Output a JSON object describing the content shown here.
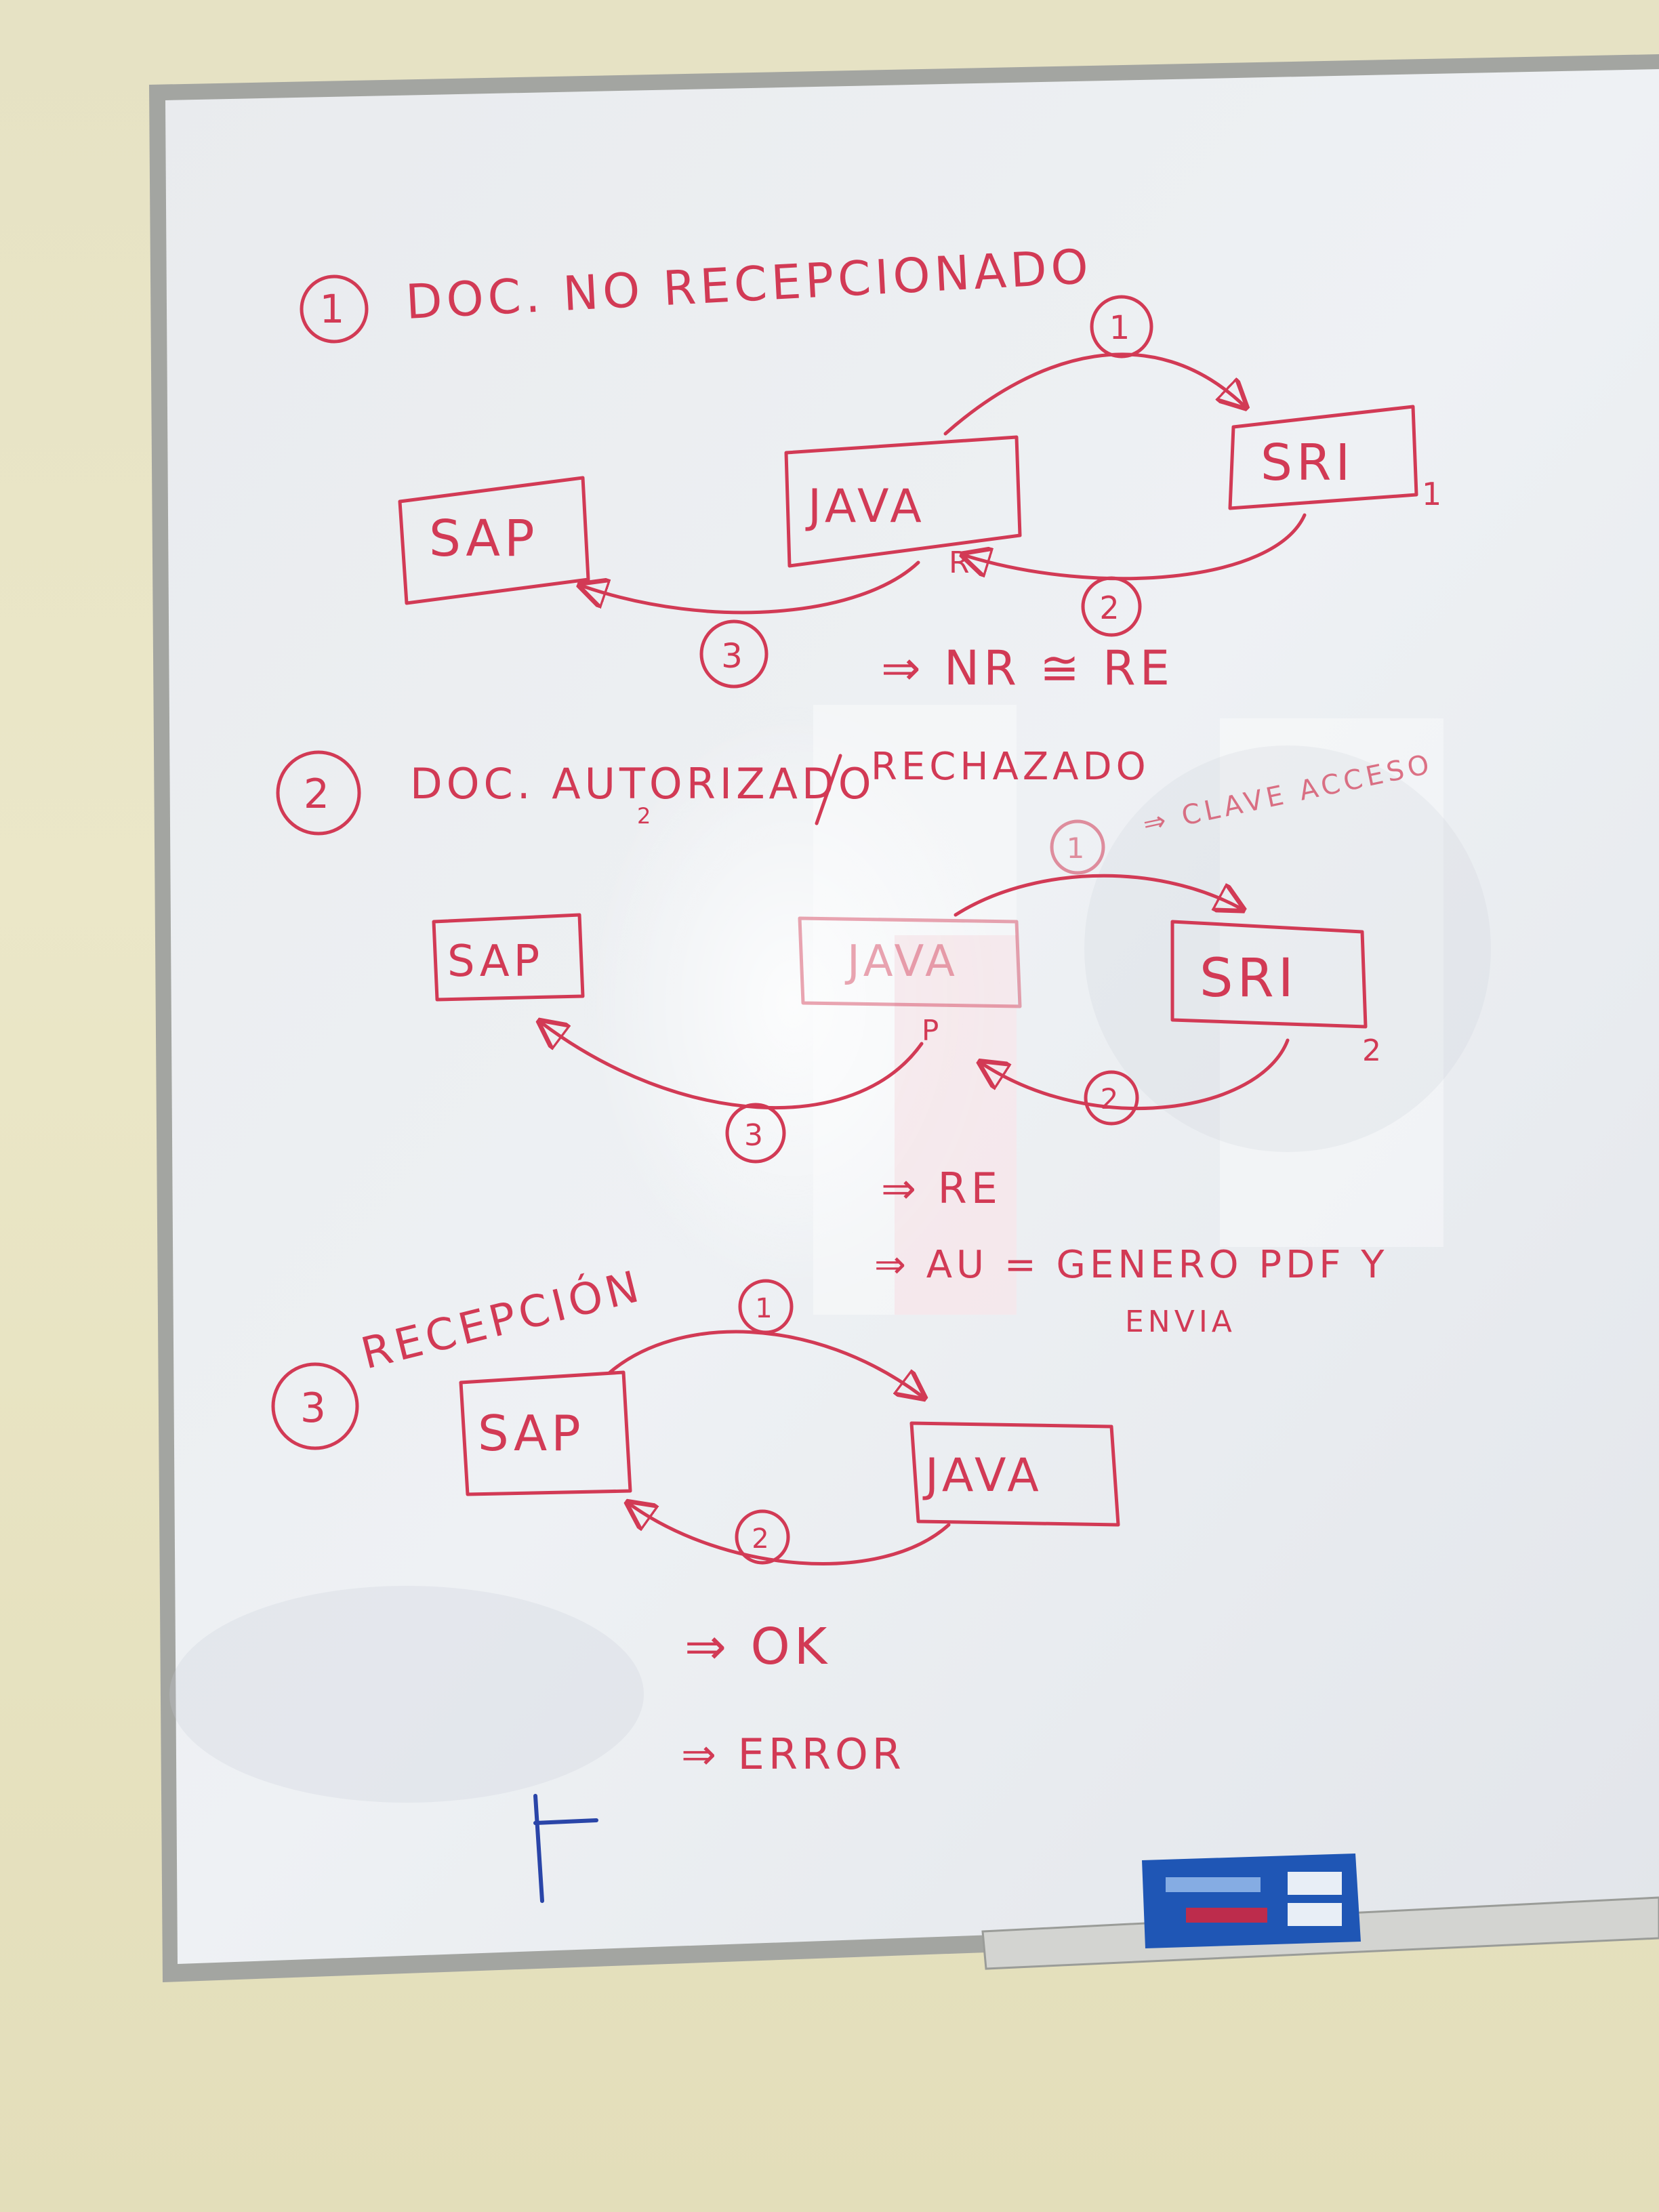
{
  "section1": {
    "number": "1",
    "title": "DOC. NO RECEPCIONADO",
    "nodes": {
      "sap": "SAP",
      "java": "JAVA",
      "sri": "SRI"
    },
    "sri_subscript": "1",
    "java_mark": "R",
    "steps": [
      "1",
      "2",
      "3"
    ],
    "result": "⇒ NR ≅ RE"
  },
  "section2": {
    "number": "2",
    "title_a": "DOC. AUTORIZADO",
    "title_b": "RECHAZADO",
    "autorizado_mark": "2",
    "nodes": {
      "sap": "SAP",
      "java": "JAVA",
      "sri": "SRI"
    },
    "sri_subscript": "2",
    "java_mark": "P",
    "steps": [
      "1",
      "2",
      "3"
    ],
    "clave_note": "⇒ CLAVE ACCESO",
    "result_re": "⇒ RE",
    "result_au": "⇒ AU = GENERO PDF Y",
    "result_au_2": "ENVIA"
  },
  "section3": {
    "number": "3",
    "title": "RECEPCIÓN",
    "nodes": {
      "sap": "SAP",
      "java": "JAVA"
    },
    "steps": [
      "1",
      "2"
    ],
    "result_ok": "⇒ OK",
    "result_error": "⇒ ERROR"
  },
  "colors": {
    "marker_red": "#d23a55",
    "marker_blue": "#2a45a8",
    "wall": "#e8e4c6",
    "board": "#eef0f2",
    "frame": "#9a9c98",
    "eraser": "#1f56b5"
  }
}
